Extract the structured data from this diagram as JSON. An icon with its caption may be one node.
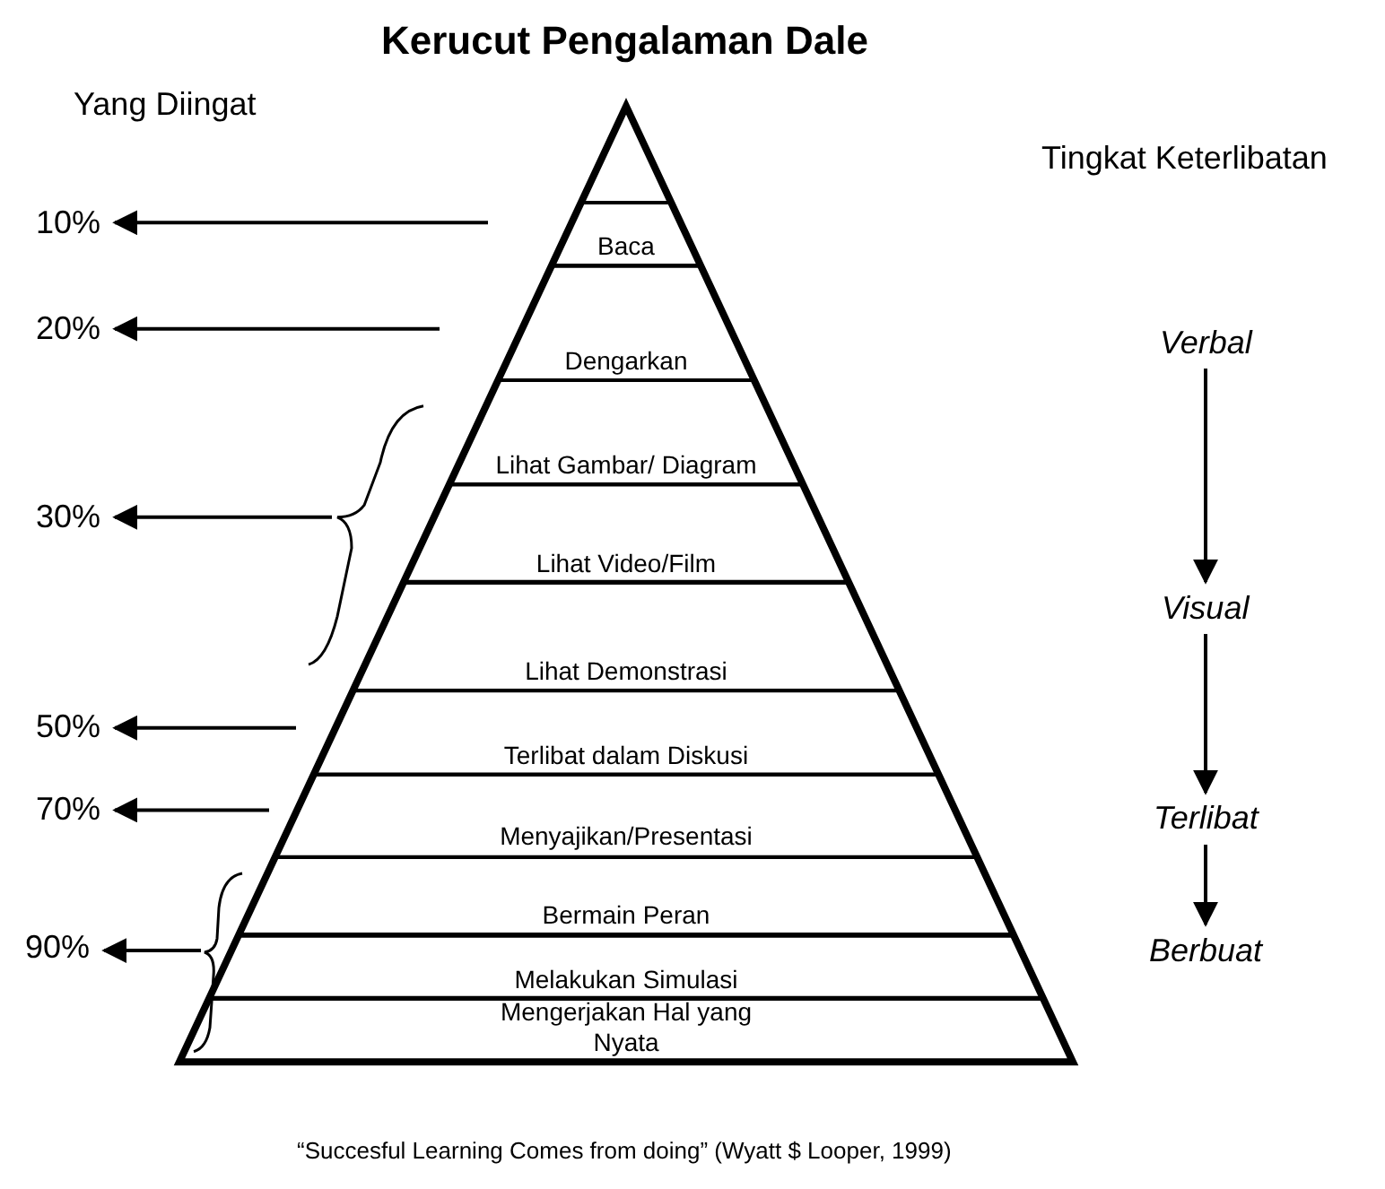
{
  "diagram": {
    "title": "Kerucut Pengalaman Dale",
    "caption": "“Succesful Learning Comes from doing” (Wyatt $ Looper, 1999)",
    "nodes": [
      {
        "text": [
          "Baca"
        ]
      },
      {
        "text": [
          "Dengarkan"
        ]
      },
      {
        "text": [
          "Lihat Gambar/ Diagram"
        ]
      },
      {
        "text": [
          "Lihat Video/Film"
        ]
      },
      {
        "text": [
          "Lihat Demonstrasi"
        ]
      },
      {
        "text": [
          "Terlibat dalam Diskusi"
        ]
      },
      {
        "text": [
          "Menyajikan/Presentasi"
        ]
      },
      {
        "text": [
          "Bermain Peran"
        ]
      },
      {
        "text": [
          "Melakukan Simulasi"
        ]
      },
      {
        "text": [
          "Mengerjakan Hal yang Nyata"
        ]
      },
      {
        "text": [
          "10%"
        ]
      },
      {
        "text": [
          "20%"
        ]
      },
      {
        "text": [
          "30%"
        ]
      },
      {
        "text": [
          "50%"
        ]
      },
      {
        "text": [
          "70%"
        ]
      },
      {
        "text": [
          "90%"
        ]
      },
      {
        "text": [
          "Verbal"
        ]
      },
      {
        "text": [
          "Visual"
        ]
      },
      {
        "text": [
          "Terlibat"
        ]
      },
      {
        "text": [
          "Berbuat"
        ]
      }
    ],
    "edges": [
      {
        "from": null,
        "to": 10,
        "arrow": "to"
      },
      {
        "from": null,
        "to": 11,
        "arrow": "to"
      },
      {
        "from": null,
        "to": 12,
        "arrow": "to"
      },
      {
        "from": null,
        "to": 13,
        "arrow": "to"
      },
      {
        "from": null,
        "to": 14,
        "arrow": "to"
      },
      {
        "from": null,
        "to": 15,
        "arrow": "to"
      },
      {
        "from": 16,
        "to": 17,
        "arrow": "to"
      },
      {
        "from": 17,
        "to": 18,
        "arrow": "to"
      },
      {
        "from": 18,
        "to": 19,
        "arrow": "to"
      }
    ],
    "labels": [
      "Yang Diingat",
      "Tingkat Keterlibatan"
    ]
  }
}
